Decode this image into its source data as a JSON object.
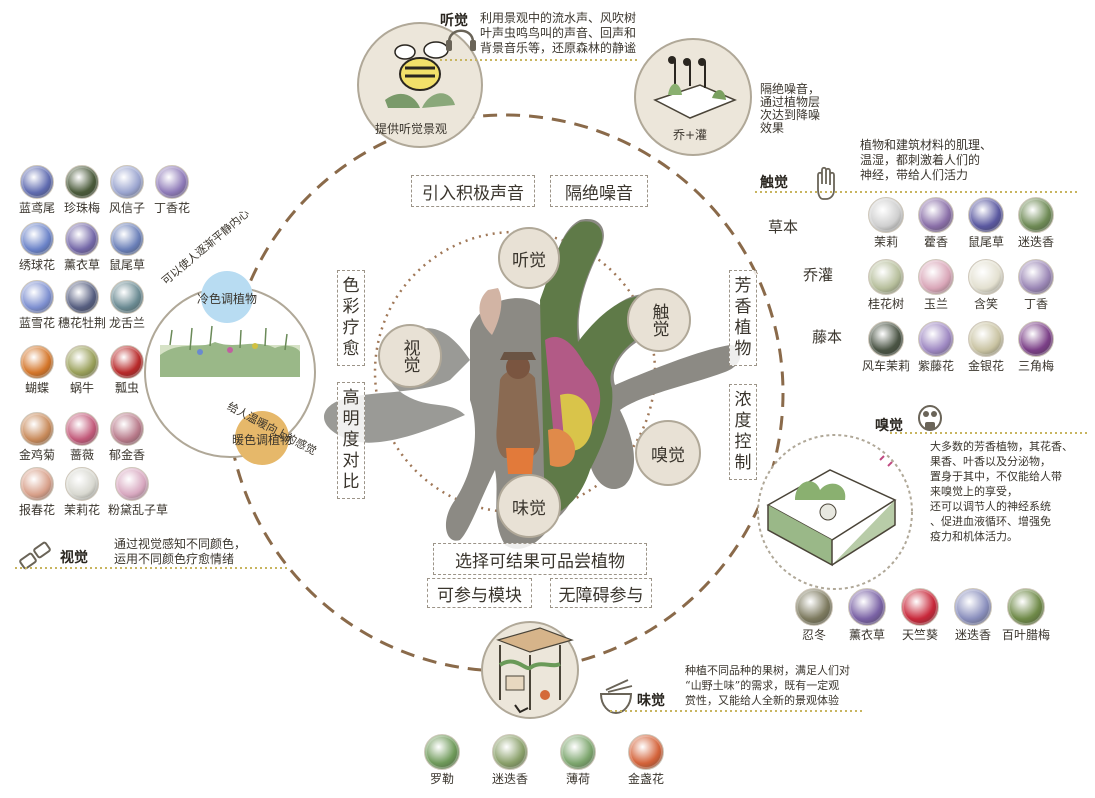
{
  "hearing": {
    "title": "听觉",
    "lines": [
      "利用景观中的流水声、风吹树",
      "叶声虫鸣鸟叫的声音、回声和",
      "背景音乐等，还原森林的静谧"
    ],
    "circle_label": "提供听觉景观",
    "noise_lines": [
      "隔绝噪音，",
      "通过植物层",
      "次达到降噪",
      "效果"
    ],
    "noise_circle_label": "乔+灌"
  },
  "touch": {
    "title": "触觉",
    "lines": [
      "植物和建筑材料的肌理、",
      "温湿，都刺激着人们的",
      "神经，带给人们活力"
    ],
    "layers": [
      "草本",
      "乔灌",
      "藤本"
    ],
    "plants": [
      {
        "name": "茉莉",
        "color": "#cfcfcf"
      },
      {
        "name": "藿香",
        "color": "#8a6fa8"
      },
      {
        "name": "鼠尾草",
        "color": "#5a58a0"
      },
      {
        "name": "迷迭香",
        "color": "#6e8a55"
      },
      {
        "name": "桂花树",
        "color": "#b7bf9c"
      },
      {
        "name": "玉兰",
        "color": "#d9a6b8"
      },
      {
        "name": "含笑",
        "color": "#e3e0d0"
      },
      {
        "name": "丁香",
        "color": "#9a86b5"
      },
      {
        "name": "风车茉莉",
        "color": "#4a5444"
      },
      {
        "name": "紫藤花",
        "color": "#9e88c2"
      },
      {
        "name": "金银花",
        "color": "#c9c3a2"
      },
      {
        "name": "三角梅",
        "color": "#7b3f87"
      }
    ]
  },
  "smell": {
    "title": "嗅觉",
    "lines": [
      "大多数的芳香植物，其花香、",
      "果香、叶香以及分泌物，",
      "置身于其中，不仅能给人带",
      "来嗅觉上的享受，",
      "还可以调节人的神经系统",
      "、促进血液循环、增强免",
      "疫力和机体活力。"
    ],
    "plants": [
      {
        "name": "忍冬",
        "color": "#7d7a5f"
      },
      {
        "name": "薰衣草",
        "color": "#7a62a5"
      },
      {
        "name": "天竺葵",
        "color": "#c8283a"
      },
      {
        "name": "迷迭香",
        "color": "#8a8fbd"
      },
      {
        "name": "百叶腊梅",
        "color": "#6f8a48"
      }
    ]
  },
  "taste": {
    "title": "味觉",
    "lines": [
      "种植不同品种的果树，满足人们对",
      "“山野土味”的需求，既有一定观",
      "赏性，又能给人全新的景观体验"
    ],
    "plants": [
      {
        "name": "罗勒",
        "color": "#6f9a5a"
      },
      {
        "name": "迷迭香",
        "color": "#8aa06a"
      },
      {
        "name": "薄荷",
        "color": "#7da66e"
      },
      {
        "name": "金盏花",
        "color": "#d4633a"
      }
    ]
  },
  "vision": {
    "title": "视觉",
    "lines": [
      "通过视觉感知不同颜色，",
      "运用不同颜色疗愈情绪"
    ],
    "cool_label": "冷色调植物",
    "cool_desc": "可以使人逐渐平静内心",
    "warm_label": "暖色调植物",
    "warm_desc": "给人温暖向上的感觉",
    "plants": [
      {
        "name": "蓝鸢尾",
        "color": "#5f6bb0"
      },
      {
        "name": "珍珠梅",
        "color": "#4a5a3a"
      },
      {
        "name": "风信子",
        "color": "#9aa4cf"
      },
      {
        "name": "丁香花",
        "color": "#8e7ab8"
      },
      {
        "name": "绣球花",
        "color": "#6a82c8"
      },
      {
        "name": "薰衣草",
        "color": "#7468a8"
      },
      {
        "name": "鼠尾草",
        "color": "#6a7fb8"
      },
      {
        "name": "蓝雪花",
        "color": "#7d8fd0"
      },
      {
        "name": "穗花牡荆",
        "color": "#565e80"
      },
      {
        "name": "龙舌兰",
        "color": "#6a8a92"
      },
      {
        "name": "蝴蝶",
        "color": "#d4762a"
      },
      {
        "name": "蜗牛",
        "color": "#9aa05a"
      },
      {
        "name": "瓢虫",
        "color": "#b82a2a"
      },
      {
        "name": "金鸡菊",
        "color": "#c88a5a"
      },
      {
        "name": "蔷薇",
        "color": "#c25a7a"
      },
      {
        "name": "郁金香",
        "color": "#b87a8a"
      },
      {
        "name": "报春花",
        "color": "#d8a08a"
      },
      {
        "name": "茉莉花",
        "color": "#d8d8d0"
      },
      {
        "name": "粉黛乱子草",
        "color": "#d8a8c0"
      }
    ]
  },
  "center": {
    "boxes": {
      "positive_sound": "引入积极声音",
      "block_noise": "隔绝噪音",
      "color_therapy": "色彩疗愈",
      "contrast": "高明度对比",
      "aroma": "芳香植物",
      "concentration": "浓度控制",
      "edible": "选择可结果可品尝植物",
      "module": "可参与模块",
      "barrier_free": "无障碍参与"
    },
    "nodes": {
      "hear": "听觉",
      "touch": "触觉",
      "sight": "视觉",
      "smell": "嗅觉",
      "taste": "味觉"
    }
  },
  "colors": {
    "dash": "#8a6a4a",
    "cream": "#ece6da",
    "accent_line": "#c8b560",
    "cool": "#b8dcf2",
    "warm": "#e6b86a"
  }
}
